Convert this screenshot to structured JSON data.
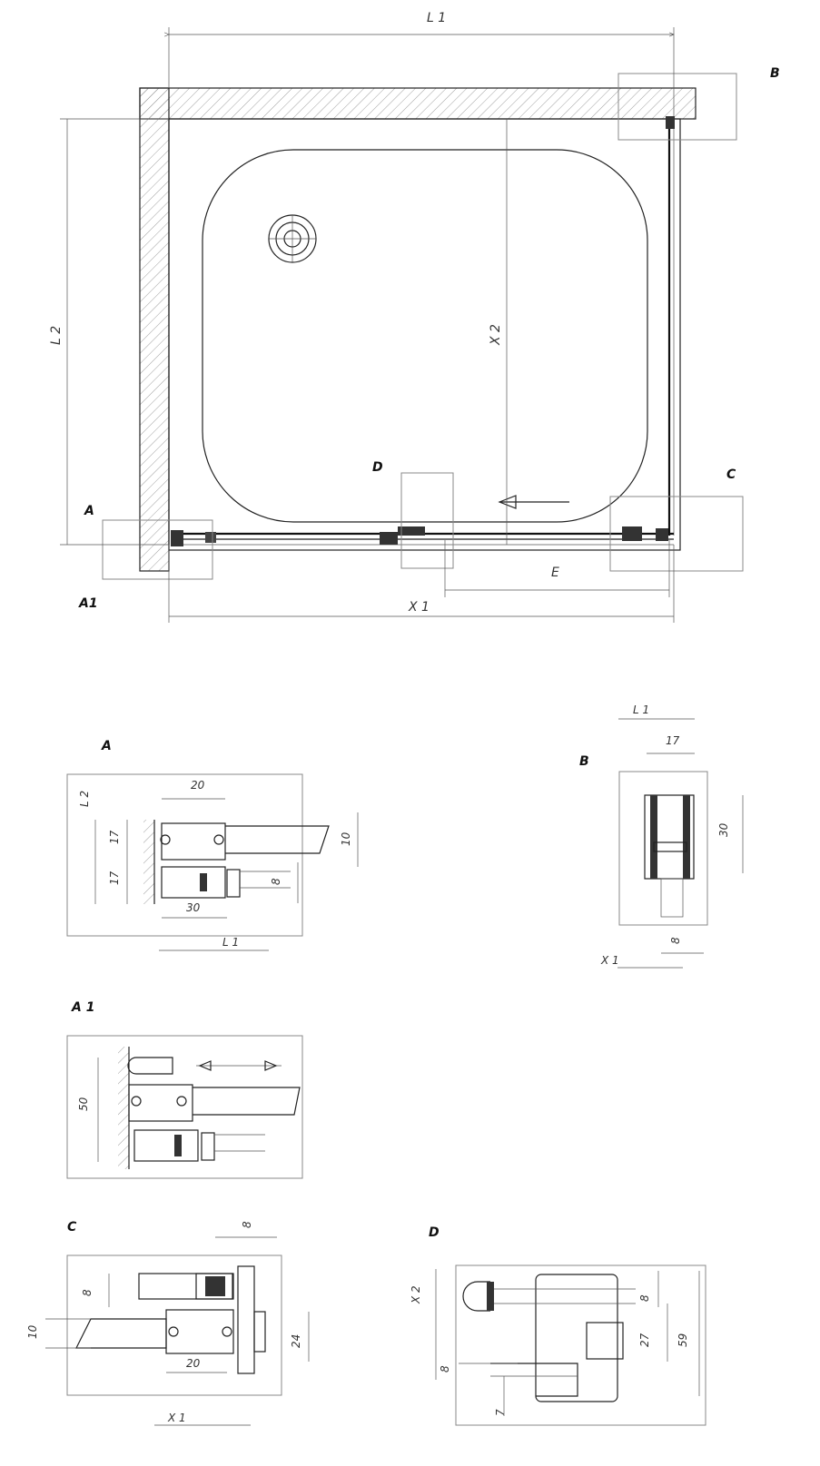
{
  "main_plan": {
    "dims": {
      "L1": "L 1",
      "L2": "L 2",
      "X1": "X 1",
      "X2": "X 2",
      "E": "E"
    },
    "callouts": {
      "A": "A",
      "A1": "A1",
      "B": "B",
      "C": "C",
      "D": "D"
    }
  },
  "detail_A": {
    "title": "A",
    "dims": {
      "L2": "L 2",
      "L1": "L 1",
      "d20": "20",
      "d17a": "17",
      "d17b": "17",
      "d10": "10",
      "d8": "8",
      "d30": "30"
    }
  },
  "detail_B": {
    "title": "B",
    "dims": {
      "L1": "L 1",
      "X1": "X 1",
      "d17": "17",
      "d30": "30",
      "d8": "8"
    }
  },
  "detail_A1": {
    "title": "A 1",
    "dims": {
      "d50": "50"
    }
  },
  "detail_C": {
    "title": "C",
    "dims": {
      "X1": "X 1",
      "d8top": "8",
      "d8": "8",
      "d10": "10",
      "d24": "24",
      "d20": "20"
    }
  },
  "detail_D": {
    "title": "D",
    "dims": {
      "X2": "X 2",
      "d8a": "8",
      "d8b": "8",
      "d27": "27",
      "d59": "59",
      "d7": "7"
    }
  }
}
